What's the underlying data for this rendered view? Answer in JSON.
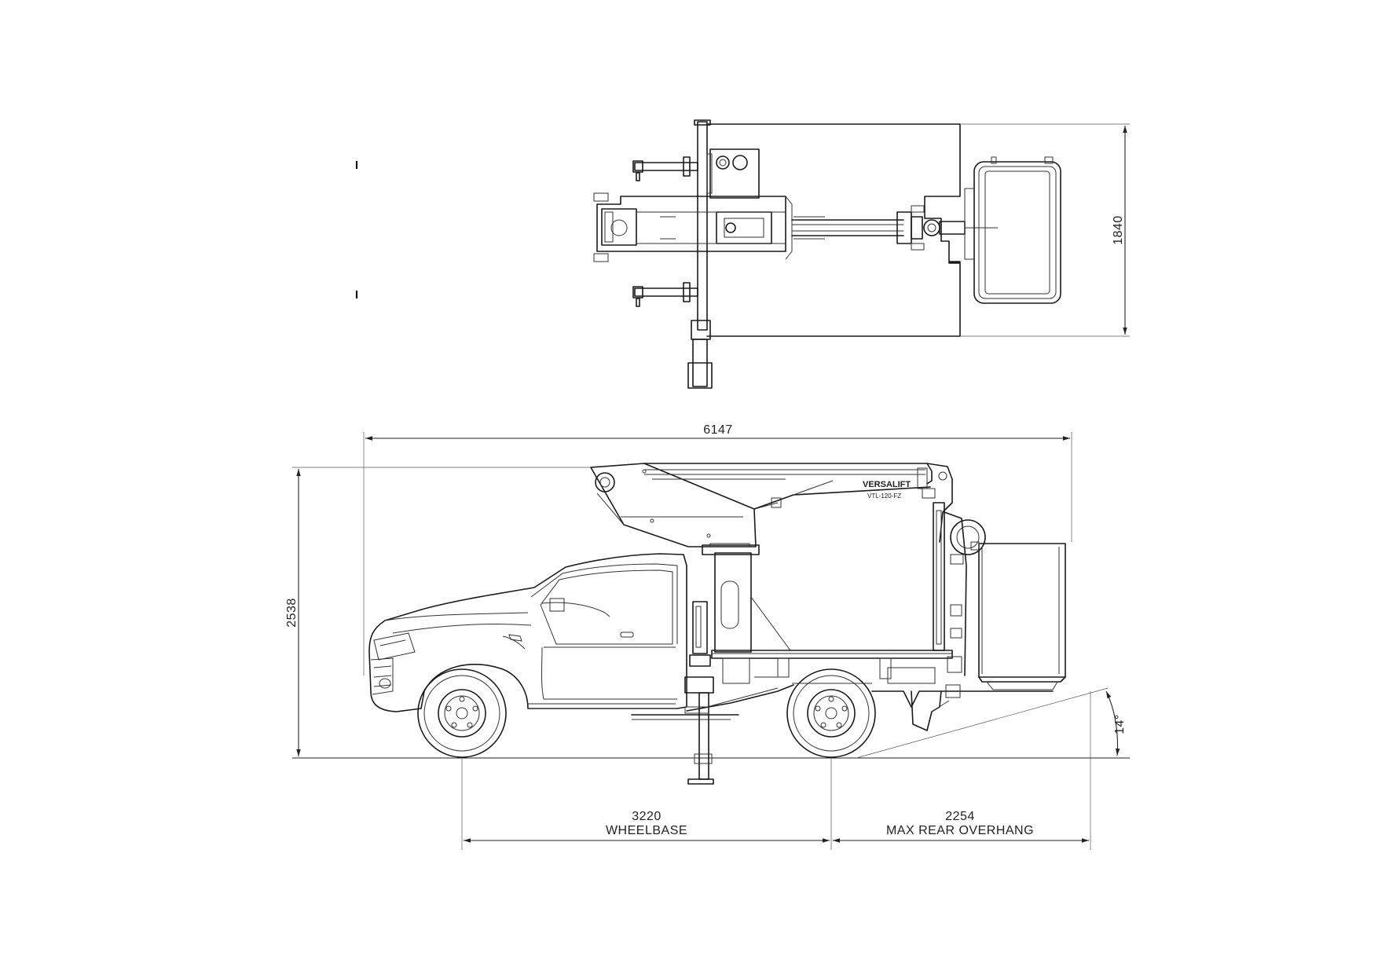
{
  "drawing": {
    "dimensions": {
      "overall_length": "6147",
      "overall_height": "2538",
      "platform_width": "1840",
      "wheelbase_value": "3220",
      "wheelbase_label": "WHEELBASE",
      "overhang_value": "2254",
      "overhang_label": "MAX REAR OVERHANG",
      "departure_angle": "14°"
    },
    "boom_branding": {
      "brand": "VERSALIFT",
      "model": "VTL-120-FZ"
    }
  }
}
